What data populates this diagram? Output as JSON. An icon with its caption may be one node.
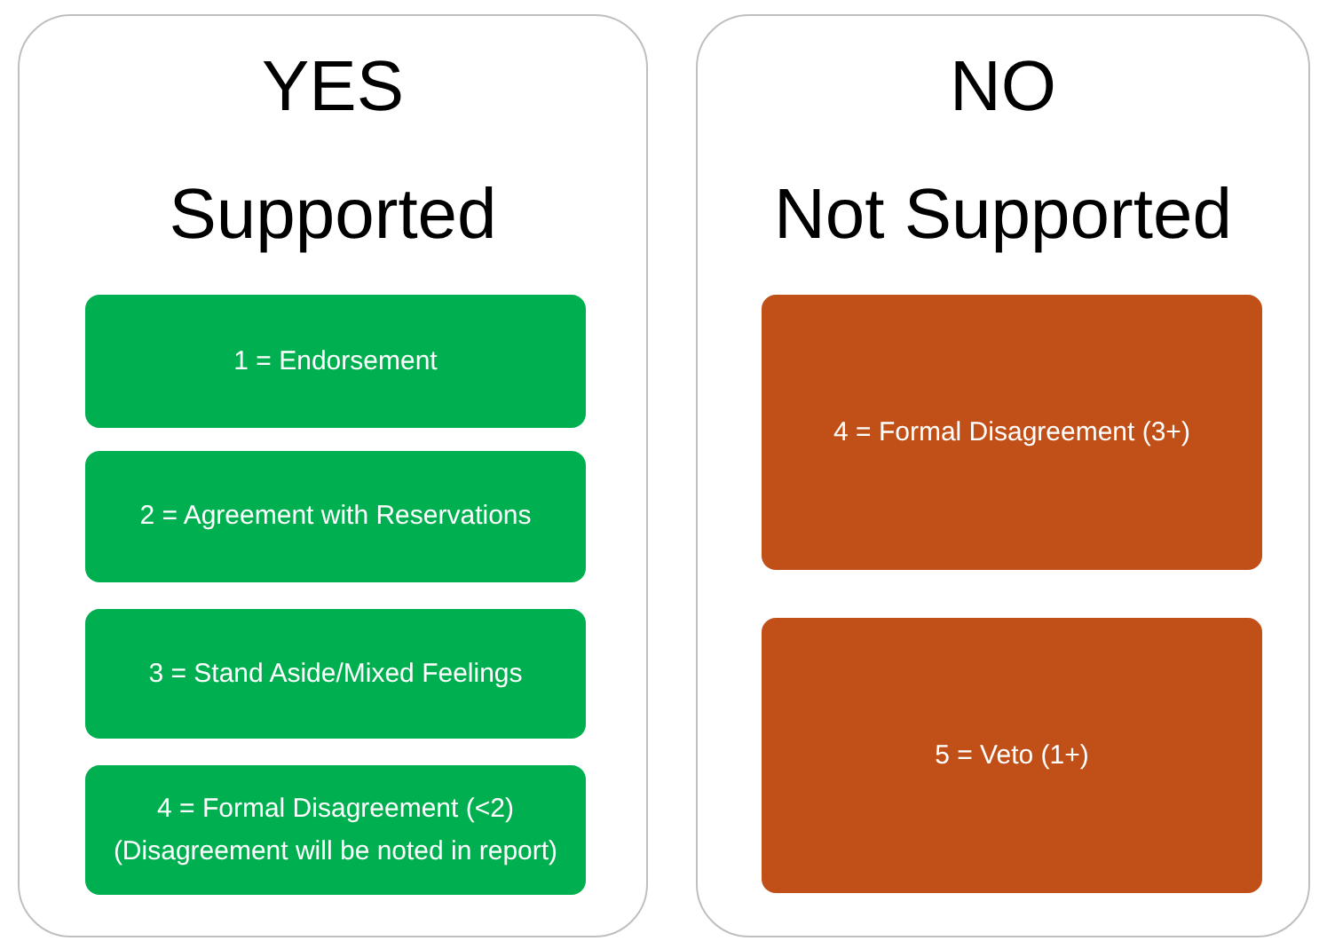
{
  "diagram": {
    "nodes": [
      {
        "text": [
          "YES",
          "Supported"
        ]
      },
      {
        "text": [
          "1 = Endorsement"
        ],
        "in": 0
      },
      {
        "text": [
          "2 = Agreement with Reservations"
        ],
        "in": 0
      },
      {
        "text": [
          "3 = Stand Aside/Mixed Feelings"
        ],
        "in": 0
      },
      {
        "text": [
          "4 = Formal Disagreement (<2)",
          "(Disagreement will be noted in report)"
        ],
        "in": 0
      },
      {
        "text": [
          "NO",
          "Not Supported"
        ]
      },
      {
        "text": [
          "4 = Formal Disagreement (3+)"
        ],
        "in": 5
      },
      {
        "text": [
          "5 = Veto (1+)"
        ],
        "in": 5
      }
    ]
  }
}
